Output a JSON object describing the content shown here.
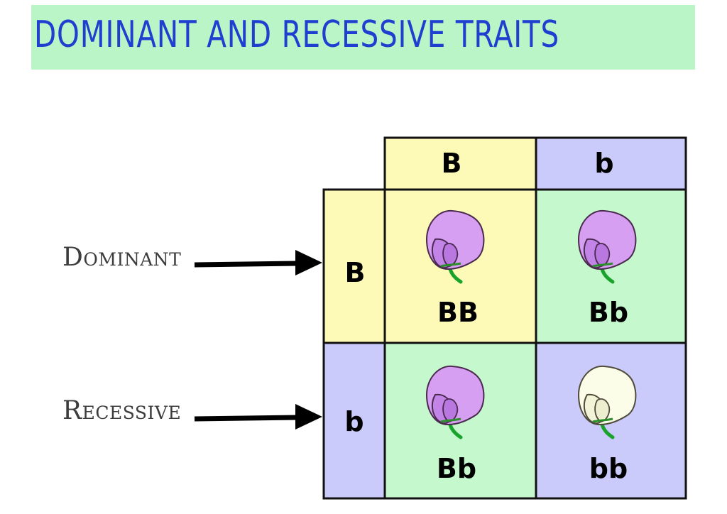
{
  "title": "DOMINANT AND RECESSIVE TRAITS",
  "side_labels": {
    "dominant": "Dominant",
    "recessive": "Recessive"
  },
  "punnett": {
    "column_headers": [
      "B",
      "b"
    ],
    "row_headers": [
      "B",
      "b"
    ],
    "cells": [
      [
        "BB",
        "Bb"
      ],
      [
        "Bb",
        "bb"
      ]
    ],
    "flower_colors": [
      [
        "purple",
        "purple"
      ],
      [
        "purple",
        "white"
      ]
    ]
  },
  "colors": {
    "yellow": "#fdf9b6",
    "lavender": "#cbcbfb",
    "green": "#c6f8cd",
    "title_bg": "#b9f5c6",
    "title_text": "#1f3fd0"
  }
}
